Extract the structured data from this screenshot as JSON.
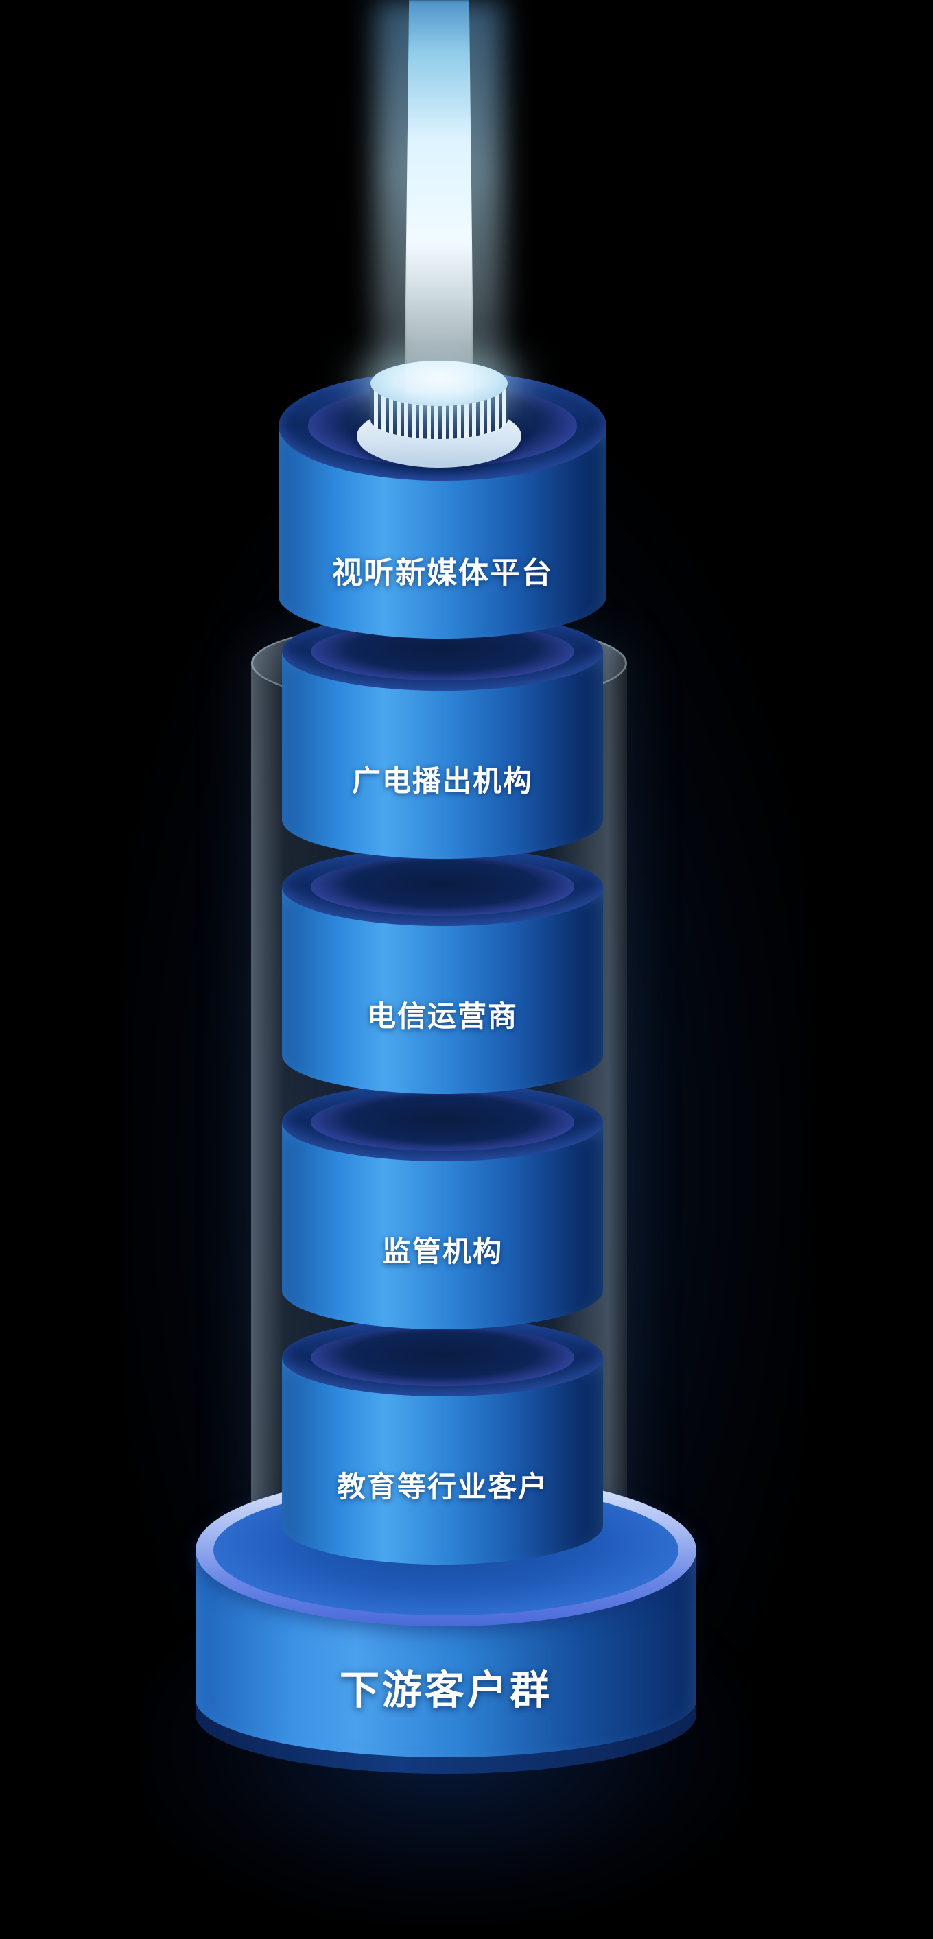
{
  "diagram": {
    "levels": [
      {
        "label": "视听新媒体平台"
      },
      {
        "label": "广电播出机构"
      },
      {
        "label": "电信运营商"
      },
      {
        "label": "监管机构"
      },
      {
        "label": "教育等行业客户"
      }
    ],
    "base": {
      "label": "下游客户群"
    },
    "colors": {
      "background": "#000000",
      "text": "#ffffff",
      "body_light": "#4aa6ee",
      "body_dark": "#0a2a60",
      "beam": "#cfeeff"
    }
  }
}
